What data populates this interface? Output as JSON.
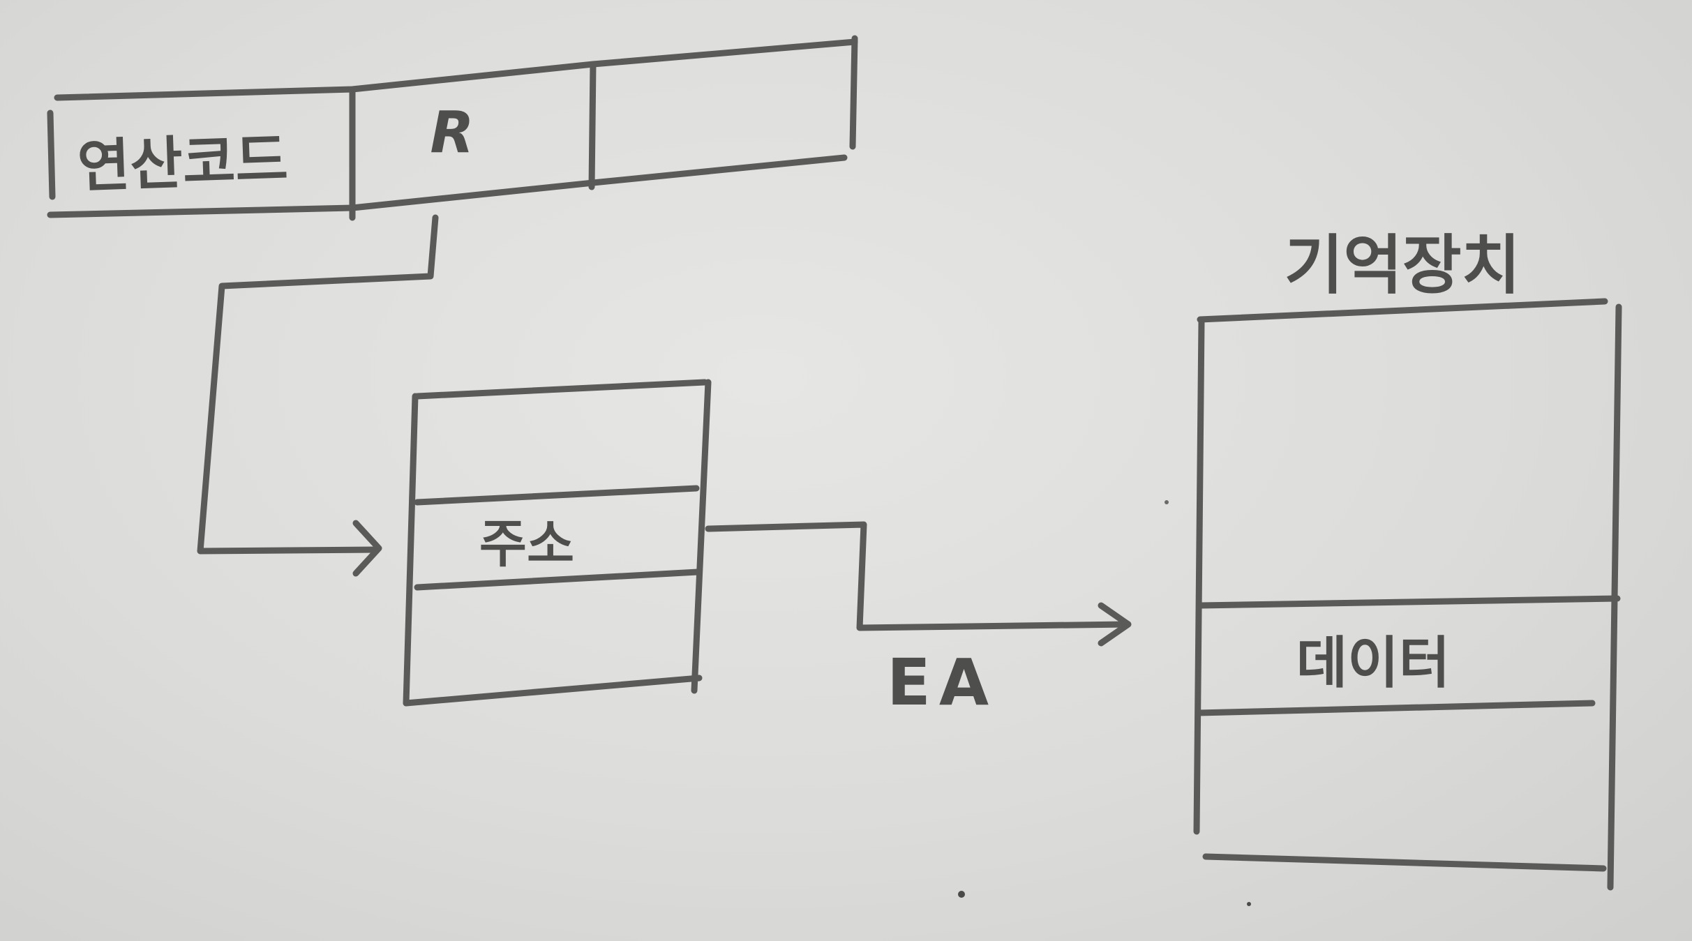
{
  "instruction": {
    "opcode_label": "연산코드",
    "register_label": "R"
  },
  "register": {
    "cell_label": "주소"
  },
  "arrow": {
    "effective_address_label": "EA"
  },
  "memory": {
    "title": "기억장치",
    "cell_label": "데이터"
  },
  "colors": {
    "paper": "#dcdcda",
    "ink": "#5a5a58"
  }
}
